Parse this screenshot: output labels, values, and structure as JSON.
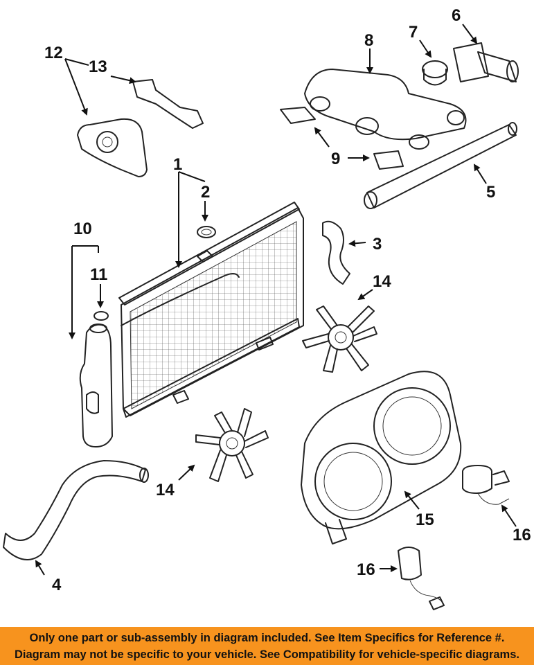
{
  "callouts": {
    "c1": "1",
    "c2": "2",
    "c3": "3",
    "c4": "4",
    "c5": "5",
    "c6": "6",
    "c7": "7",
    "c8": "8",
    "c9": "9",
    "c10": "10",
    "c11": "11",
    "c12": "12",
    "c13": "13",
    "c14a": "14",
    "c14b": "14",
    "c15": "15",
    "c16a": "16",
    "c16b": "16"
  },
  "banner": {
    "line1": "Only one part or sub-assembly in diagram included. See Item Specifics for Reference #.",
    "line2": "Diagram may not be specific to your vehicle. See Compatibility for vehicle-specific diagrams."
  },
  "colors": {
    "banner_bg": "#f7931e",
    "line": "#222222"
  }
}
